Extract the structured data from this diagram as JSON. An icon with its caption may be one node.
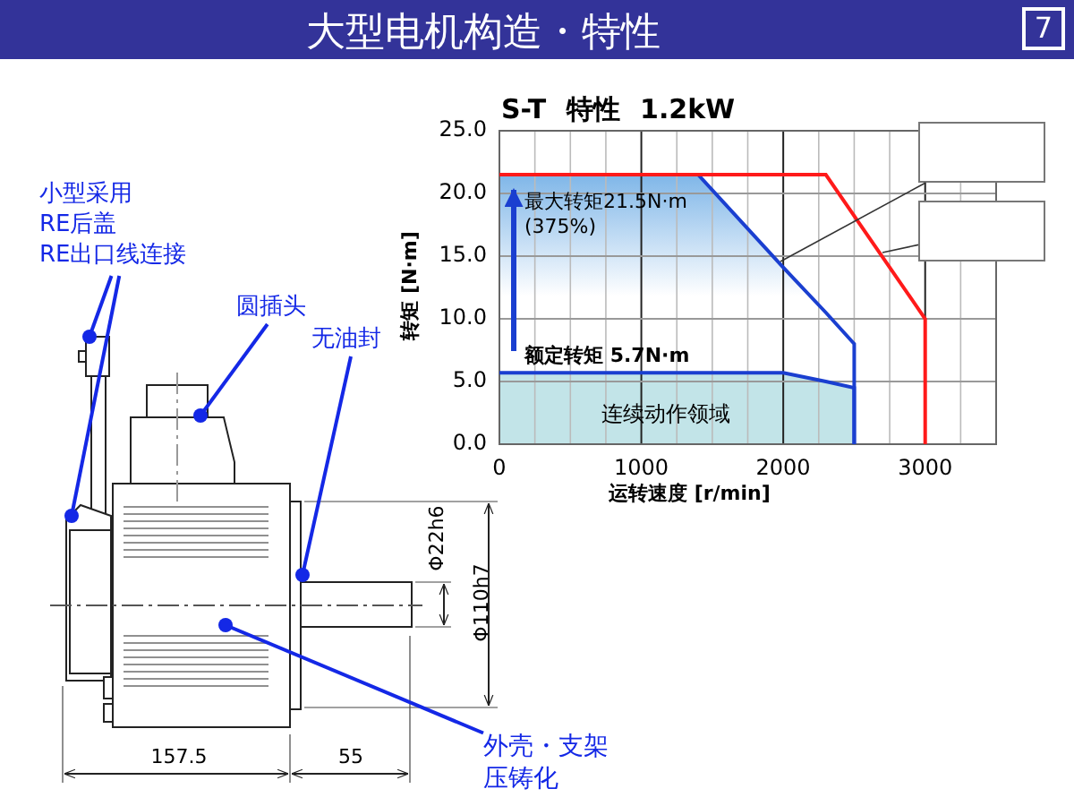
{
  "diagram": {
    "title": "大型电机构造・特性",
    "nodes": [
      {
        "text": [
          "小型采用",
          "RE后盖",
          "RE出口线连接"
        ]
      },
      {
        "text": [
          "圆插头"
        ]
      },
      {
        "text": [
          "无油封"
        ]
      },
      {
        "text": [
          "外壳・支架压铸化"
        ]
      },
      {
        "text": [],
        "shape": "box"
      },
      {
        "text": [],
        "shape": "box"
      }
    ],
    "edges": [
      {
        "from": 0,
        "to": null,
        "arrow": "other"
      },
      {
        "from": 0,
        "to": null,
        "arrow": "other"
      },
      {
        "from": 1,
        "to": null,
        "arrow": "other"
      },
      {
        "from": 2,
        "to": null,
        "arrow": "other"
      },
      {
        "from": 3,
        "to": null,
        "arrow": "other"
      },
      {
        "from": 4,
        "to": null,
        "arrow": "none",
        "color": "#333333"
      },
      {
        "from": 5,
        "to": null,
        "arrow": "none",
        "color": "#333333"
      }
    ],
    "labels": [
      "7",
      "Φ22h6",
      "Φ110h7",
      "157.5",
      "55",
      "最大转矩21.5N·m (375%)",
      "额定转矩 5.7N·m",
      "连续动作领域"
    ],
    "chart_data": {
      "type": "line",
      "title": "S-T 特性 1.2kW",
      "xlabel": "运转速度 [r/min]",
      "ylabel": "转矩 [N·m]",
      "x": [
        0,
        1400,
        2000,
        2300,
        2500,
        2500,
        3000,
        3000
      ],
      "series": [
        {
          "color": "#1a3fd0",
          "type": "area",
          "values": [
            21.5,
            21.5,
            14.1,
            10.5,
            8,
            0,
            null,
            null
          ]
        },
        {
          "color": "#ff1a1a",
          "type": "line",
          "values": [
            21.5,
            21.5,
            21.5,
            21.5,
            18.2,
            18.2,
            10,
            0
          ]
        },
        {
          "color": "#1a3fd0",
          "type": "area",
          "values": [
            5.7,
            5.7,
            5.7,
            5,
            4.5,
            0,
            null,
            null
          ]
        }
      ],
      "xlim": [
        0,
        3500
      ],
      "ylim": [
        0,
        25
      ],
      "grid": true,
      "xticks": [
        0,
        1000,
        2000,
        3000
      ],
      "yticks": [
        {
          "value": 0,
          "label": "0.0"
        },
        {
          "value": 5,
          "label": "5.0"
        },
        {
          "value": 10,
          "label": "10.0"
        },
        {
          "value": 15,
          "label": "15.0"
        },
        {
          "value": 20,
          "label": "20.0"
        },
        {
          "value": 25,
          "label": "25.0"
        }
      ]
    }
  }
}
